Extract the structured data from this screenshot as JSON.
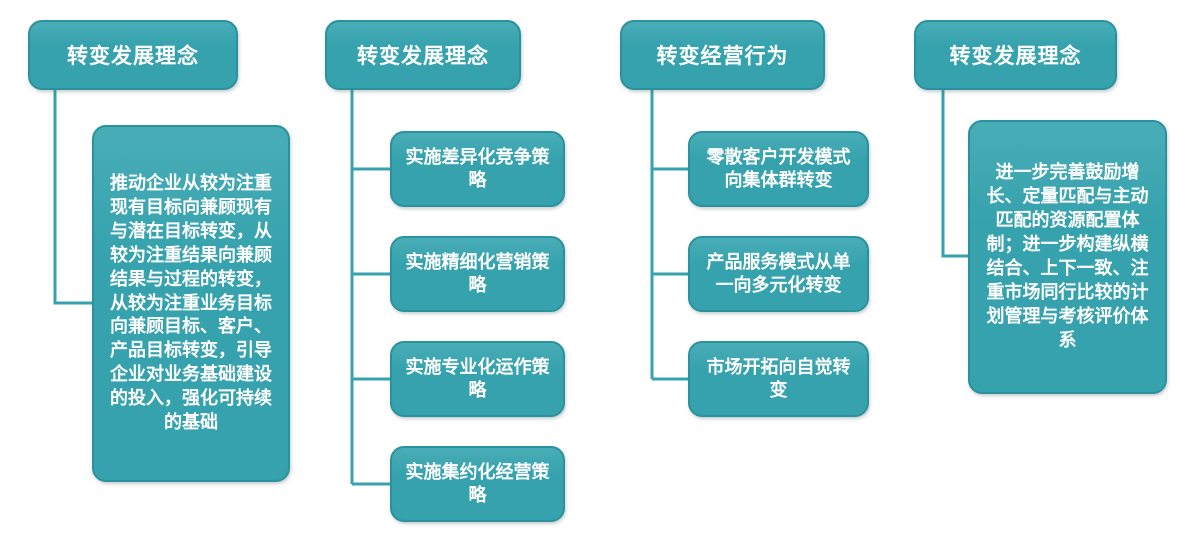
{
  "colors": {
    "node_fill": "#35a2ad",
    "node_border": "#2a929d",
    "text": "#ffffff",
    "background": "#ffffff"
  },
  "diagram": {
    "columns": [
      {
        "header": "转变发展理念",
        "children": [
          "推动企业从较为注重现有目标向兼顾现有与潜在目标转变，从较为注重结果向兼顾结果与过程的转变，从较为注重业务目标向兼顾目标、客户、产品目标转变，引导企业对业务基础建设的投入，强化可持续的基础"
        ]
      },
      {
        "header": "转变发展理念",
        "children": [
          "实施差异化竞争策略",
          "实施精细化营销策略",
          "实施专业化运作策略",
          "实施集约化经营策略"
        ]
      },
      {
        "header": "转变经营行为",
        "children": [
          "零散客户开发模式向集体群转变",
          "产品服务模式从单一向多元化转变",
          "市场开拓向自觉转变"
        ]
      },
      {
        "header": "转变发展理念",
        "children": [
          "进一步完善鼓励增长、定量匹配与主动匹配的资源配置体制；进一步构建纵横结合、上下一致、注重市场同行比较的计划管理与考核评价体系"
        ]
      }
    ]
  }
}
